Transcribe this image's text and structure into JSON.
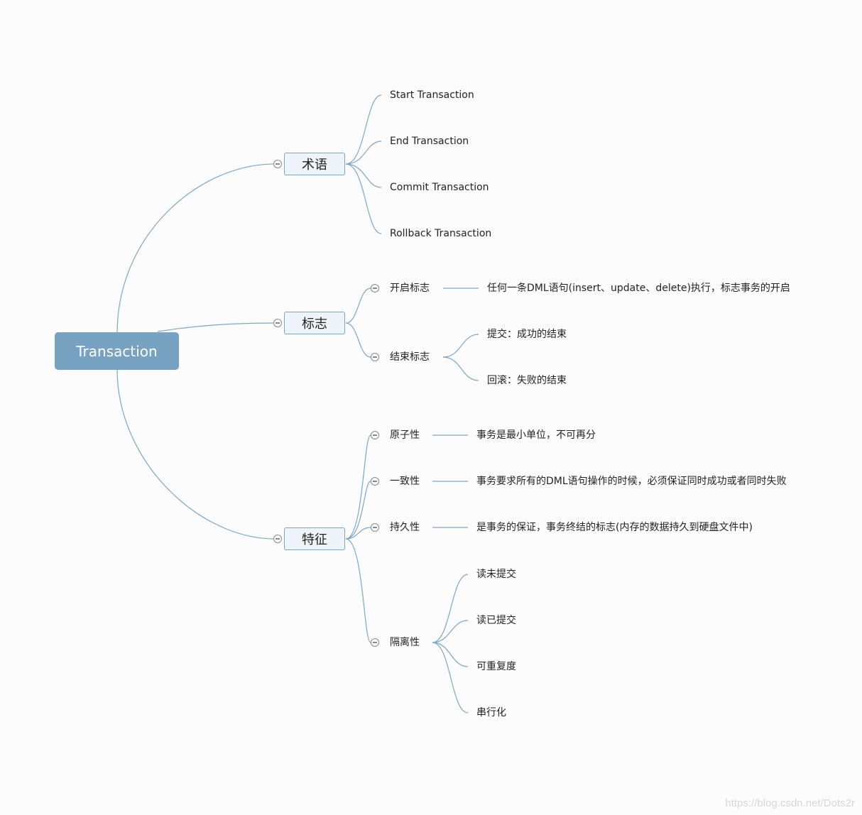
{
  "root": {
    "label": "Transaction"
  },
  "branches": {
    "terms": {
      "label": "术语",
      "items": [
        "Start Transaction",
        "End Transaction",
        "Commit Transaction",
        "Rollback Transaction"
      ]
    },
    "flags": {
      "label": "标志",
      "start": {
        "label": "开启标志",
        "detail": "任何一条DML语句(insert、update、delete)执行，标志事务的开启"
      },
      "end": {
        "label": "结束标志",
        "children": [
          "提交：成功的结束",
          "回滚：失败的结束"
        ]
      }
    },
    "features": {
      "label": "特征",
      "atomicity": {
        "label": "原子性",
        "detail": "事务是最小单位，不可再分"
      },
      "consistency": {
        "label": "一致性",
        "detail": "事务要求所有的DML语句操作的时候，必须保证同时成功或者同时失败"
      },
      "durability": {
        "label": "持久性",
        "detail": "是事务的保证，事务终结的标志(内存的数据持久到硬盘文件中)"
      },
      "isolation": {
        "label": "隔离性",
        "children": [
          "读未提交",
          "读已提交",
          "可重复度",
          "串行化"
        ]
      }
    }
  },
  "watermark": "https://blog.csdn.net/Dots2r",
  "colors": {
    "root": "#77a2c1",
    "line": "#7ea6c3",
    "branch_bg": "#eef4f9"
  }
}
